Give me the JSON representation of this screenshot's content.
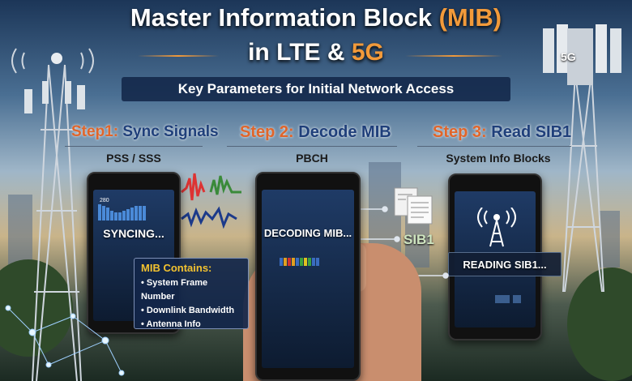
{
  "title": {
    "line1_main": "Master Information Block ",
    "line1_accent": "(MIB)",
    "line2_main": "in LTE & ",
    "line2_accent": "5G"
  },
  "subtitle": "Key Parameters for Initial Network Access",
  "tower_label": "5G",
  "steps": [
    {
      "number": "Step1:",
      "label": "Sync Signals",
      "sub": "PSS / SSS",
      "status": "SYNCING...",
      "screen_number": "280"
    },
    {
      "number": "Step 2:",
      "label": "Decode MIB",
      "sub": "PBCH",
      "status": "DECODING MIB..."
    },
    {
      "number": "Step 3:",
      "label": "Read SIB1",
      "sub": "System Info Blocks",
      "status": "READING SIB1..."
    }
  ],
  "mib_box": {
    "heading": "MIB Contains:",
    "items": [
      "System Frame Number",
      "Downlink Bandwidth",
      "Antenna Info"
    ]
  },
  "sib_label": "SIB1",
  "colors": {
    "accent": "#f29a3a",
    "step_text": "#1f3f7a",
    "mib_heading": "#f2c230"
  }
}
